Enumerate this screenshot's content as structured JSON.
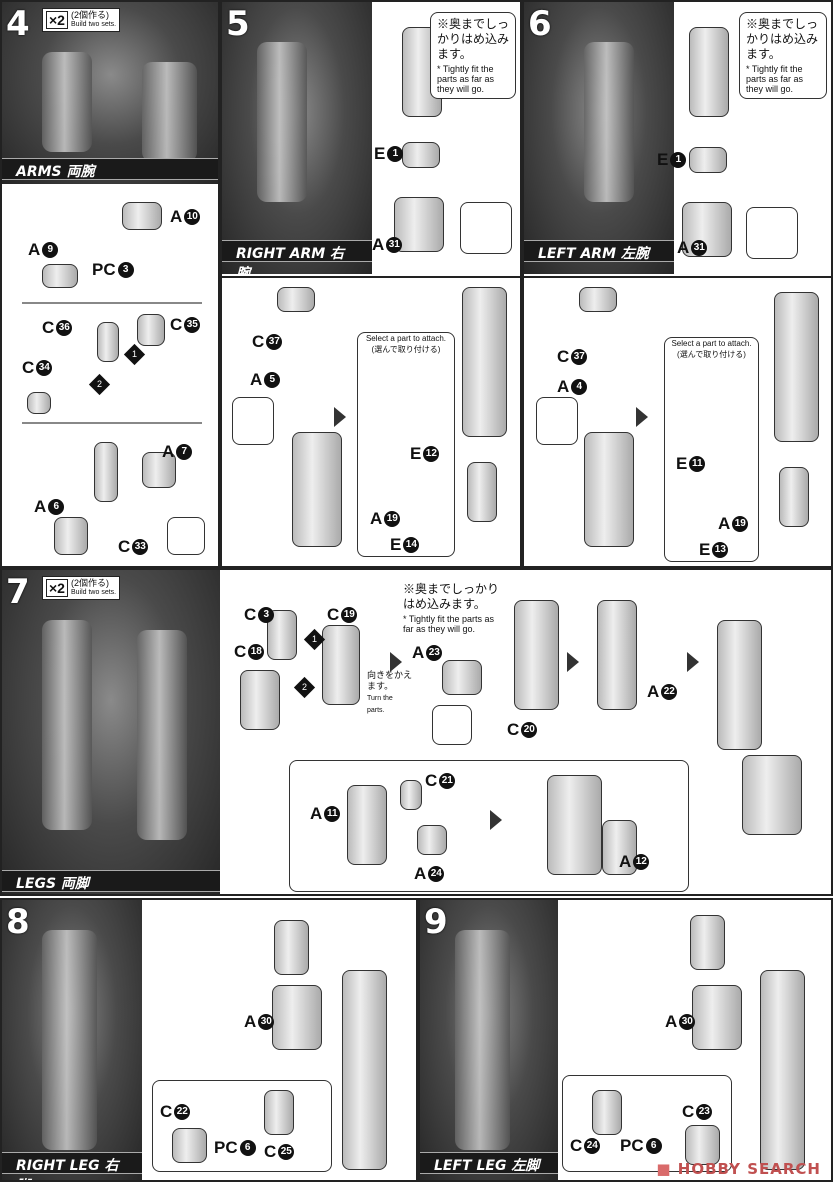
{
  "steps": [
    {
      "number": "4",
      "badge": {
        "mult": "×2",
        "jp": "(2個作る)",
        "en": "Build two sets."
      },
      "banner": "ARMS 両腕",
      "labels": [
        {
          "p": "A",
          "n": "10"
        },
        {
          "p": "A",
          "n": "9"
        },
        {
          "p": "PC",
          "n": "3"
        },
        {
          "p": "C",
          "n": "36"
        },
        {
          "p": "C",
          "n": "35"
        },
        {
          "p": "C",
          "n": "34"
        },
        {
          "p": "A",
          "n": "7"
        },
        {
          "p": "A",
          "n": "6"
        },
        {
          "p": "C",
          "n": "33"
        }
      ]
    },
    {
      "number": "5",
      "banner": "RIGHT ARM 右腕",
      "note": {
        "jp": "※奥までしっかりはめ込みます。",
        "en": "* Tightly fit the parts as far as they will go."
      },
      "select": {
        "en": "Select a part to attach.",
        "jp": "(選んで取り付ける)"
      },
      "labels": [
        {
          "p": "E",
          "n": "1"
        },
        {
          "p": "A",
          "n": "31"
        },
        {
          "p": "C",
          "n": "37"
        },
        {
          "p": "A",
          "n": "5"
        },
        {
          "p": "E",
          "n": "12"
        },
        {
          "p": "A",
          "n": "19"
        },
        {
          "p": "E",
          "n": "14"
        }
      ]
    },
    {
      "number": "6",
      "banner": "LEFT ARM 左腕",
      "note": {
        "jp": "※奥までしっかりはめ込みます。",
        "en": "* Tightly fit the parts as far as they will go."
      },
      "select": {
        "en": "Select a part to attach.",
        "jp": "(選んで取り付ける)"
      },
      "labels": [
        {
          "p": "E",
          "n": "1"
        },
        {
          "p": "A",
          "n": "31"
        },
        {
          "p": "C",
          "n": "37"
        },
        {
          "p": "A",
          "n": "4"
        },
        {
          "p": "E",
          "n": "11"
        },
        {
          "p": "A",
          "n": "19"
        },
        {
          "p": "E",
          "n": "13"
        }
      ]
    },
    {
      "number": "7",
      "badge": {
        "mult": "×2",
        "jp": "(2個作る)",
        "en": "Build two sets."
      },
      "banner": "LEGS 両脚",
      "note": {
        "jp": "※奥までしっかりはめ込みます。",
        "en": "* Tightly fit the parts as far as they will go."
      },
      "turn": {
        "jp": "向きをかえます。",
        "en": "Turn the parts."
      },
      "labels": [
        {
          "p": "C",
          "n": "3"
        },
        {
          "p": "C",
          "n": "19"
        },
        {
          "p": "C",
          "n": "18"
        },
        {
          "p": "A",
          "n": "23"
        },
        {
          "p": "C",
          "n": "20"
        },
        {
          "p": "A",
          "n": "22"
        },
        {
          "p": "C",
          "n": "21"
        },
        {
          "p": "A",
          "n": "11"
        },
        {
          "p": "A",
          "n": "24"
        },
        {
          "p": "A",
          "n": "12"
        }
      ]
    },
    {
      "number": "8",
      "banner": "RIGHT LEG 右脚",
      "labels": [
        {
          "p": "A",
          "n": "30"
        },
        {
          "p": "C",
          "n": "22"
        },
        {
          "p": "PC",
          "n": "6"
        },
        {
          "p": "C",
          "n": "25"
        }
      ]
    },
    {
      "number": "9",
      "banner": "LEFT LEG 左脚",
      "labels": [
        {
          "p": "A",
          "n": "30"
        },
        {
          "p": "C",
          "n": "23"
        },
        {
          "p": "C",
          "n": "24"
        },
        {
          "p": "PC",
          "n": "6"
        }
      ]
    }
  ],
  "seq": [
    "1",
    "2"
  ],
  "watermark": "HOBBY SEARCH"
}
